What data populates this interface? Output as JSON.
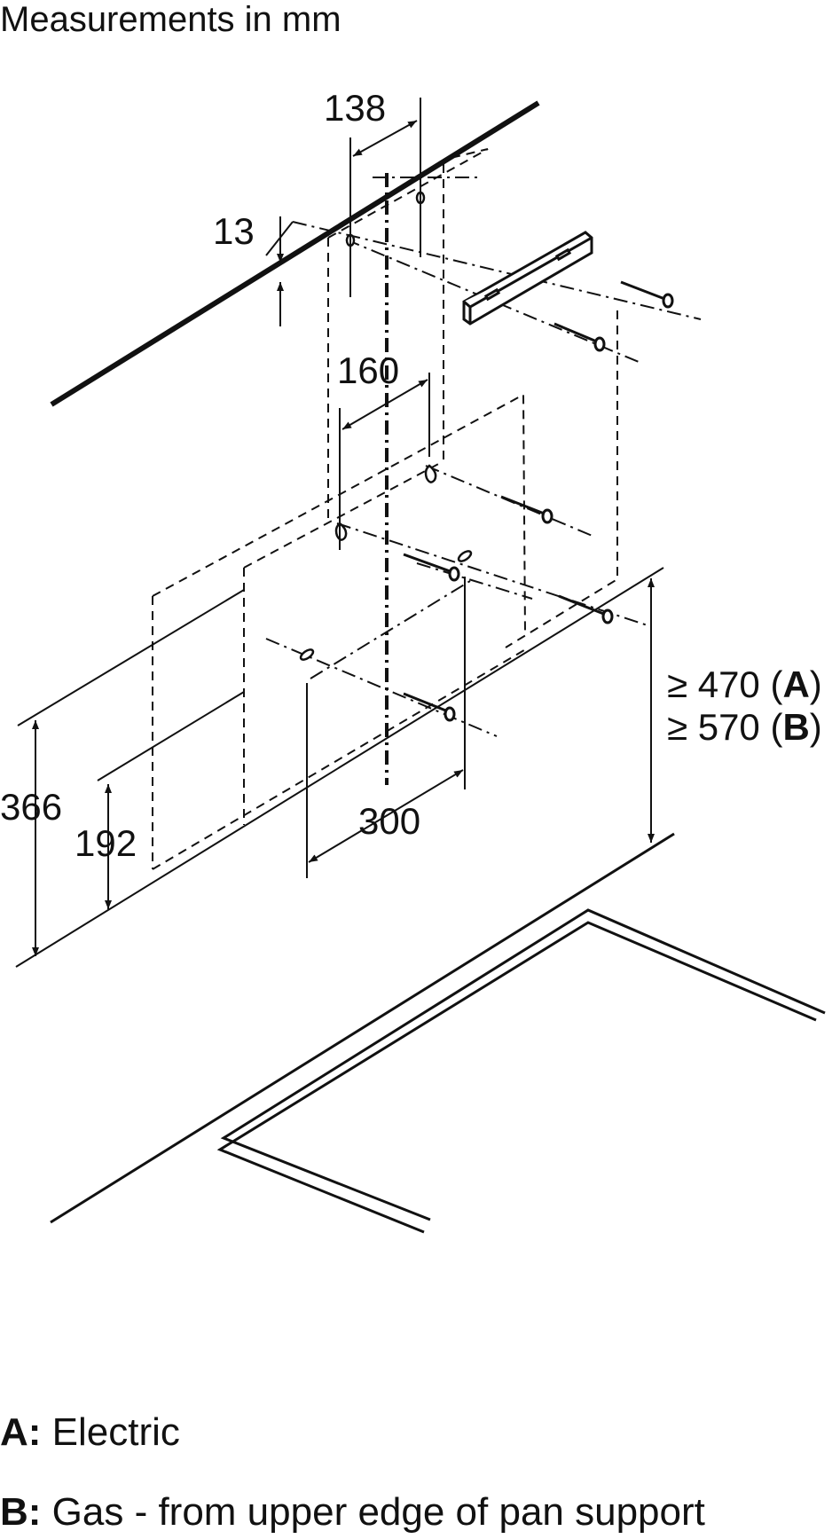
{
  "heading": "Measurements in mm",
  "dimensions": {
    "d138": "138",
    "d13": "13",
    "d160": "160",
    "d366": "366",
    "d192": "192",
    "d300": "300",
    "height_a_sym": "≥ 470 (",
    "height_a_key": "A",
    "height_a_end": ")",
    "height_b_sym": "≥ 570 (",
    "height_b_key": "B",
    "height_b_end": ")"
  },
  "legend": [
    {
      "key": "A:",
      "text": " Electric"
    },
    {
      "key": "B:",
      "text": " Gas - from upper edge of pan support"
    }
  ]
}
